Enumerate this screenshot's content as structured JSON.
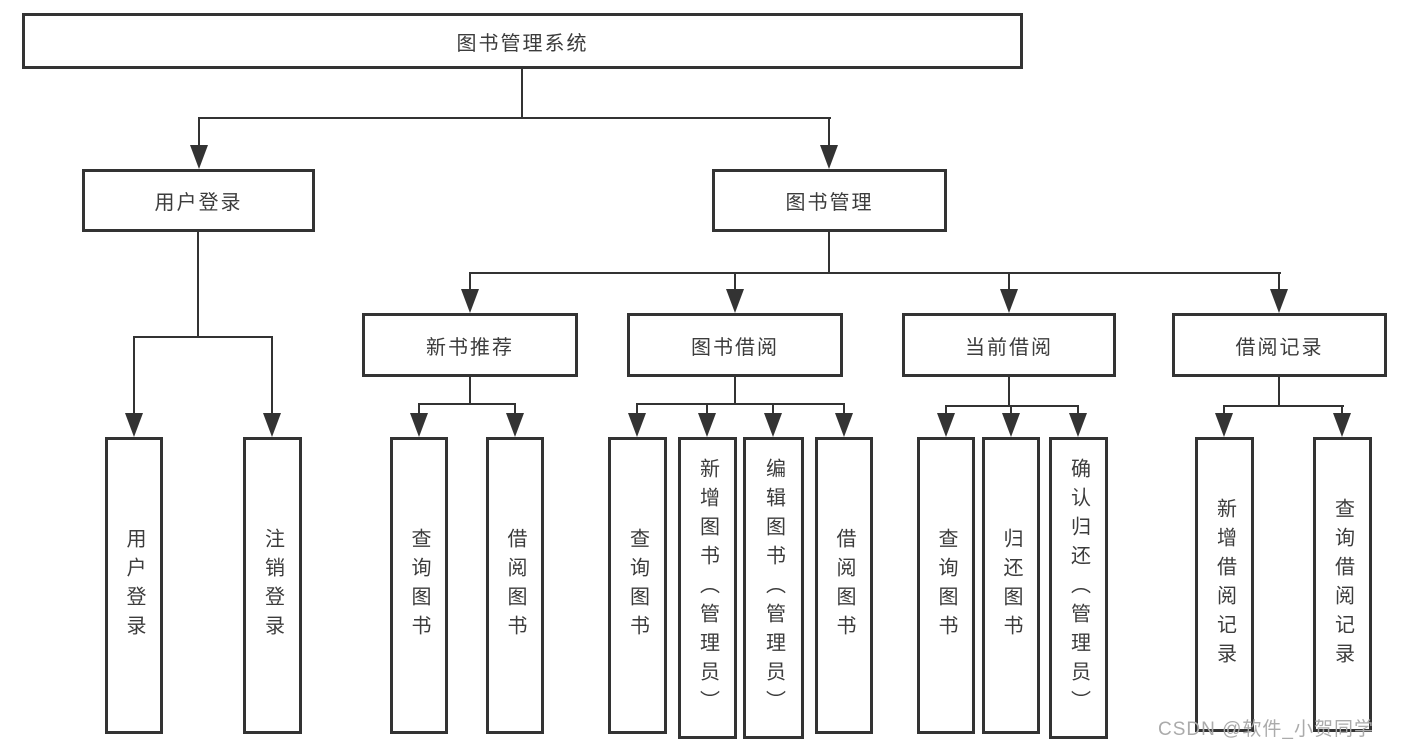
{
  "title": "图书管理系统",
  "l1": [
    "用户登录",
    "图书管理"
  ],
  "l2": [
    "新书推荐",
    "图书借阅",
    "当前借阅",
    "借阅记录"
  ],
  "leaves": {
    "user": [
      "用户登录",
      "注销登录"
    ],
    "newbook": [
      "查询图书",
      "借阅图书"
    ],
    "borrow": [
      "查询图书",
      "新增图书（管理员）",
      "编辑图书（管理员）",
      "借阅图书"
    ],
    "current": [
      "查询图书",
      "归还图书",
      "确认归还（管理员）"
    ],
    "records": [
      "新增借阅记录",
      "查询借阅记录"
    ]
  },
  "watermark": "CSDN @软件_小贺同学",
  "colors": {
    "line": "#333333",
    "text": "#3c3c3c",
    "watermark": "#ababab",
    "background": "#ffffff"
  }
}
